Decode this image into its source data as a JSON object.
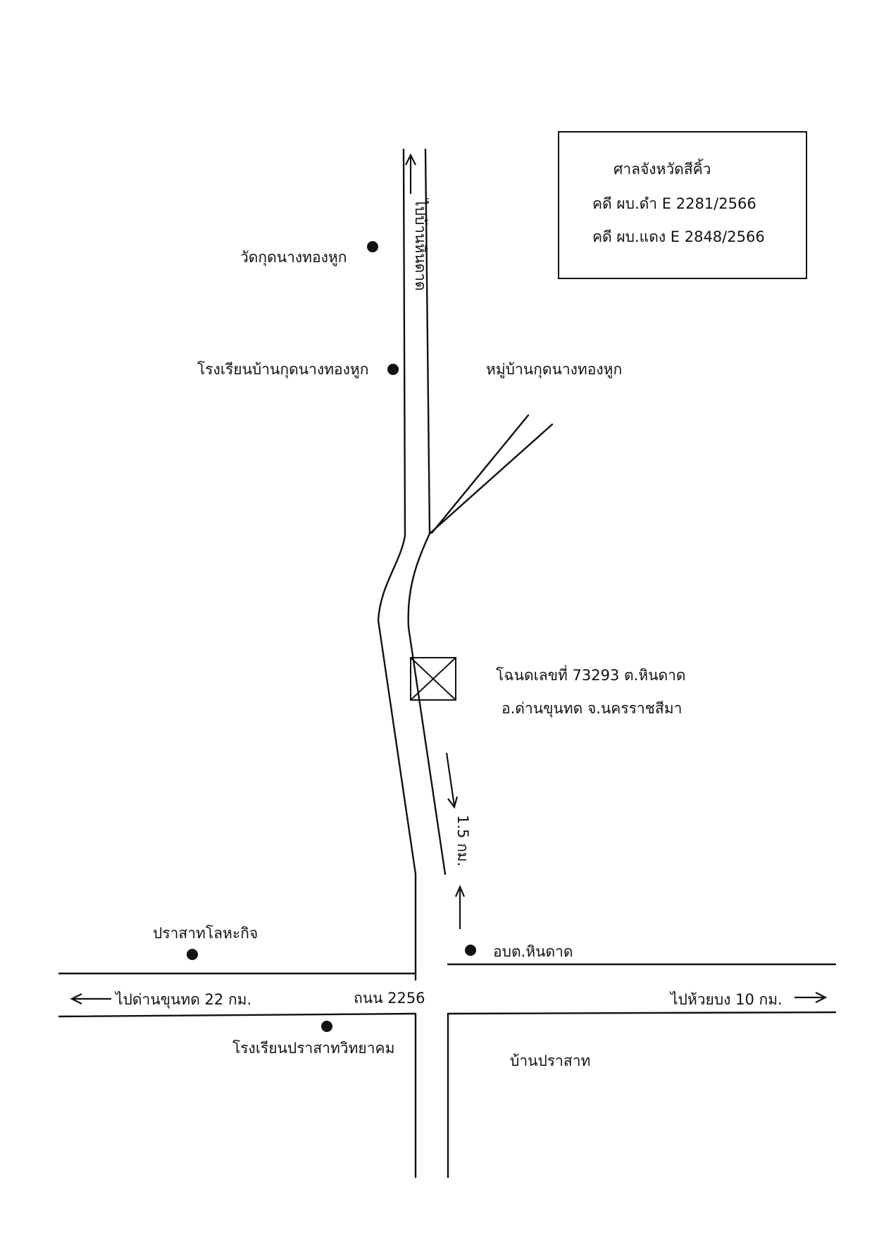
{
  "court_box": {
    "title": "ศาลจังหวัดสีคิ้ว",
    "case_1": "คดี ผบ.ดำ E 2281/2566",
    "case_2": "คดี ผบ.แดง E 2848/2566"
  },
  "places": {
    "temple": "วัดกุดนางทองหูก",
    "school_north": "โรงเรียนบ้านกุดนางทองหูก",
    "village": "หมู่บ้านกุดนางทองหูก",
    "deed_line_1": "โฉนดเลขที่ 73293  ต.หินดาด",
    "deed_line_2": "อ.ด่านขุนทด จ.นครราชสีมา",
    "castle": "ปราสาทโลหะกิจ",
    "sao": "อบต.หินดาด",
    "school_south": "โรงเรียนปราสาทวิทยาคม",
    "ban_prasat": "บ้านปราสาท"
  },
  "roads": {
    "north_direction": "ไปบ้านหินดาด",
    "distance": "1.5 กม.",
    "west_direction": "ไปด่านขุนทด 22 กม.",
    "highway": "ถนน 2256",
    "east_direction": "ไปห้วยบง 10 กม."
  }
}
